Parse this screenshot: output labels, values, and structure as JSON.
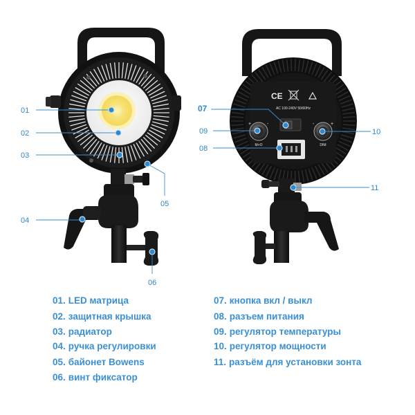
{
  "callouts": {
    "c01": "01",
    "c02": "02",
    "c03": "03",
    "c04": "04",
    "c05": "05",
    "c06": "06",
    "c07": "07",
    "c08": "08",
    "c09": "09",
    "c10": "10",
    "c11": "11"
  },
  "panel": {
    "rating": "AC 100-240V 50/60Hz",
    "left_knob_label": "M+O",
    "right_knob_label": "DIM",
    "ce_mark": "CE",
    "plus": "+",
    "minus": "-"
  },
  "legend": {
    "left": [
      {
        "num": "01.",
        "label": "LED матрица"
      },
      {
        "num": "02.",
        "label": "защитная крышка"
      },
      {
        "num": "03.",
        "label": "радиатор"
      },
      {
        "num": "04.",
        "label": "ручка регулировки"
      },
      {
        "num": "05.",
        "label": "байонет Bowens"
      },
      {
        "num": "06.",
        "label": "винт фиксатор"
      }
    ],
    "right": [
      {
        "num": "07.",
        "label": "кнопка вкл / выкл"
      },
      {
        "num": "08.",
        "label": "разъем питания"
      },
      {
        "num": "09.",
        "label": "регулятор температуры"
      },
      {
        "num": "10.",
        "label": "регулятор мощности"
      },
      {
        "num": "11.",
        "label": "разъём для установки зонта"
      }
    ]
  },
  "colors": {
    "accent": "#3b8fd3",
    "body": "#141414",
    "led": "#f6e27a"
  }
}
